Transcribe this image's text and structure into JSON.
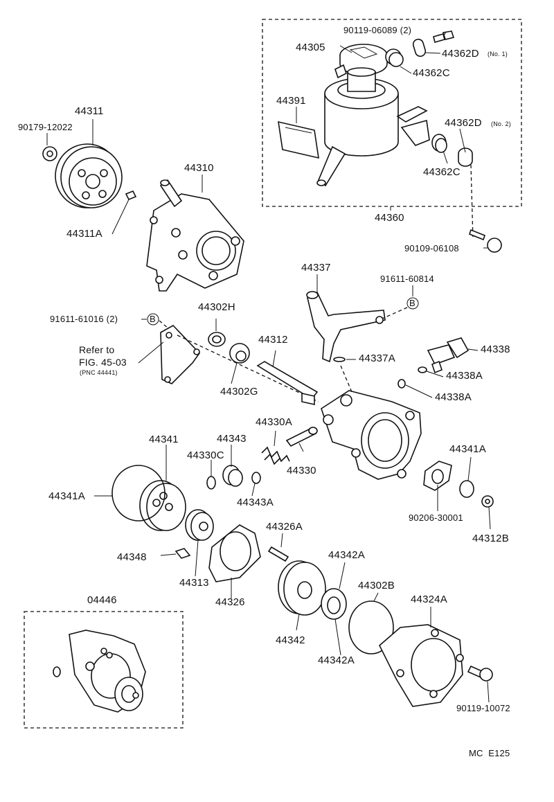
{
  "diagram": {
    "code": "MC  E125",
    "labels": {
      "p90119_06089": "90119-06089 (2)",
      "p44305": "44305",
      "p44362D_no1": "44362D",
      "p44362D_no1_note": "(No. 1)",
      "p44362C_a": "44362C",
      "p44391": "44391",
      "p44362D_no2": "44362D",
      "p44362D_no2_note": "(No. 2)",
      "p44362C_b": "44362C",
      "p44360": "44360",
      "p90109_06108": "90109-06108",
      "p44311": "44311",
      "p90179_12022": "90179-12022",
      "p44310": "44310",
      "p44311A": "44311A",
      "p44337": "44337",
      "p91611_60814": "91611-60814",
      "p44302H": "44302H",
      "p91611_61016": "91611-61016 (2)",
      "markB_1": "B",
      "markB_2": "B",
      "refer_1": "Refer to",
      "refer_2": "FIG. 45-03",
      "refer_3": "(PNC 44441)",
      "p44312": "44312",
      "p44302G": "44302G",
      "p44337A": "44337A",
      "p44338": "44338",
      "p44338A_a": "44338A",
      "p44338A_b": "44338A",
      "p44330A": "44330A",
      "p44341": "44341",
      "p44343": "44343",
      "p44330C": "44330C",
      "p44330": "44330",
      "p44341A_a": "44341A",
      "p44343A": "44343A",
      "p44341A_b": "44341A",
      "p90206_30001": "90206-30001",
      "p44312B": "44312B",
      "p44326A": "44326A",
      "p44348": "44348",
      "p44342A_a": "44342A",
      "p44313": "44313",
      "p44326": "44326",
      "p44302B": "44302B",
      "p44324A": "44324A",
      "p04446": "04446",
      "p44342": "44342",
      "p44342A_b": "44342A",
      "p90119_10072": "90119-10072"
    }
  }
}
